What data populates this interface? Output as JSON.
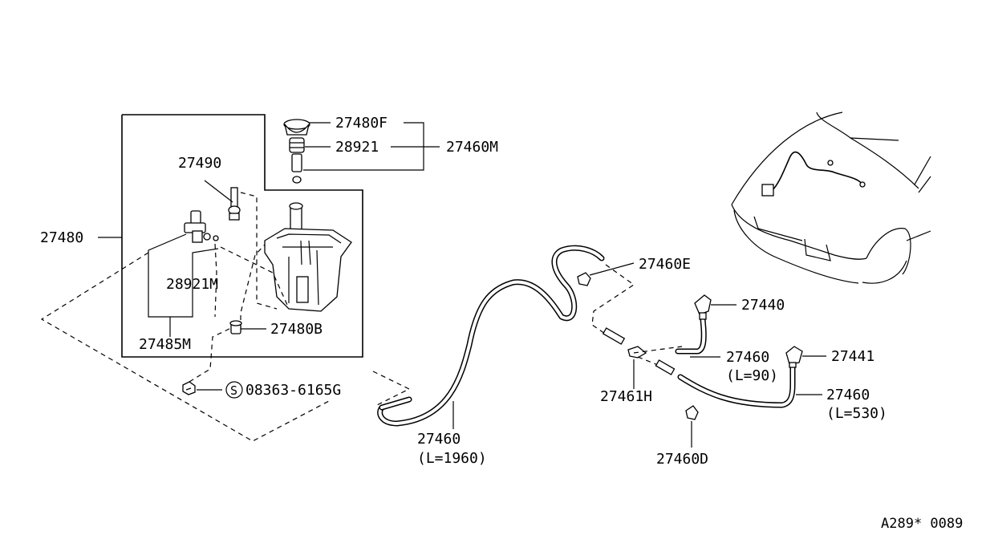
{
  "diagram": {
    "labels": {
      "p27480F": "27480F",
      "p28921_top": "28921",
      "p27460M": "27460M",
      "p27490": "27490",
      "p27480": "27480",
      "p28921M": "28921M",
      "p27480B": "27480B",
      "p27485M": "27485M",
      "bolt_symbol": "S",
      "bolt_part": "08363-6165G",
      "p27460E": "27460E",
      "p27440": "27440",
      "p27460_90": "27460",
      "len_90": "(L=90)",
      "p27441": "27441",
      "p27461H": "27461H",
      "p27460_530": "27460",
      "len_530": "(L=530)",
      "p27460_1960": "27460",
      "len_1960": "(L=1960)",
      "p27460D": "27460D",
      "ref_code": "A289* 0089"
    }
  }
}
